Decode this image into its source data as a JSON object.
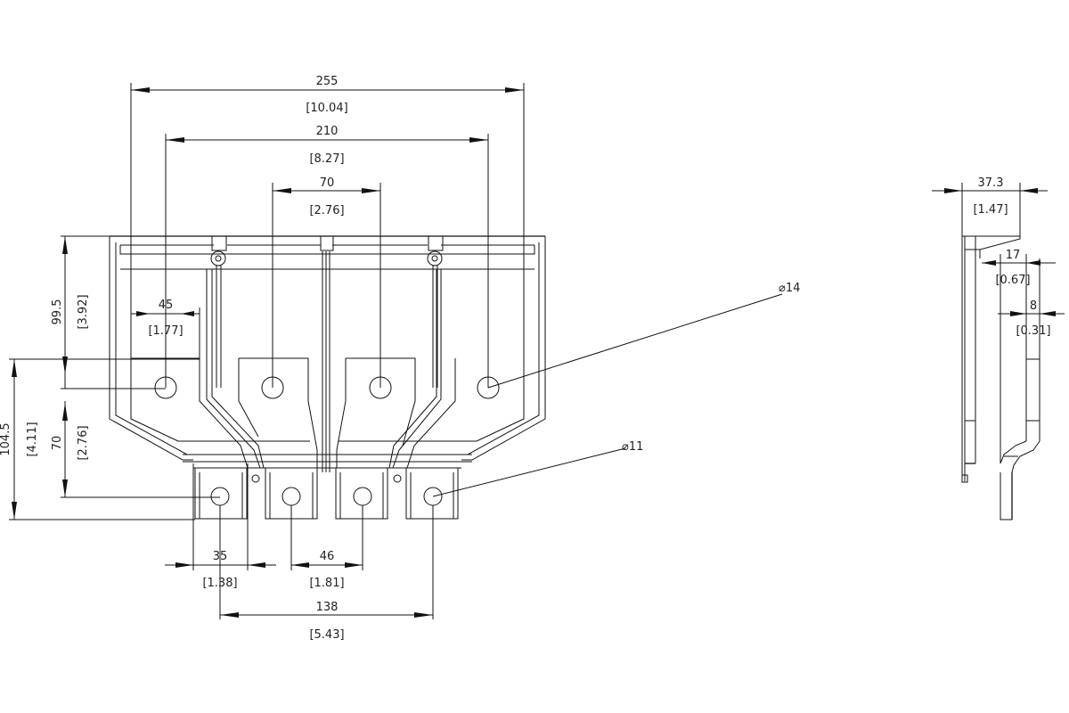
{
  "drawing": {
    "type": "technical-drawing",
    "views": [
      "front-view",
      "side-view"
    ],
    "line_color": "#111111",
    "background": "#ffffff"
  },
  "dimensions": {
    "overall_width": {
      "mm": "255",
      "in": "[10.04]"
    },
    "outer_hole_spacing": {
      "mm": "210",
      "in": "[8.27]"
    },
    "inner_hole_spacing": {
      "mm": "70",
      "in": "[2.76]"
    },
    "left_offset": {
      "mm": "45",
      "in": "[1.77]"
    },
    "upper_height": {
      "mm": "99.5",
      "in": "[3.92]"
    },
    "total_height": {
      "mm": "104.5",
      "in": "[4.11]"
    },
    "hole_vertical_spacing": {
      "mm": "70",
      "in": "[2.76]"
    },
    "terminal_width": {
      "mm": "35",
      "in": "[1.38]"
    },
    "terminal_pitch": {
      "mm": "46",
      "in": "[1.81]"
    },
    "terminal_span": {
      "mm": "138",
      "in": "[5.43]"
    },
    "side_depth": {
      "mm": "37.3",
      "in": "[1.47]"
    },
    "side_offset_17": {
      "mm": "17",
      "in": "[0.67]"
    },
    "side_offset_8": {
      "mm": "8",
      "in": "[0.31]"
    }
  },
  "callouts": {
    "large_hole": "⌀14",
    "small_hole": "⌀11"
  }
}
